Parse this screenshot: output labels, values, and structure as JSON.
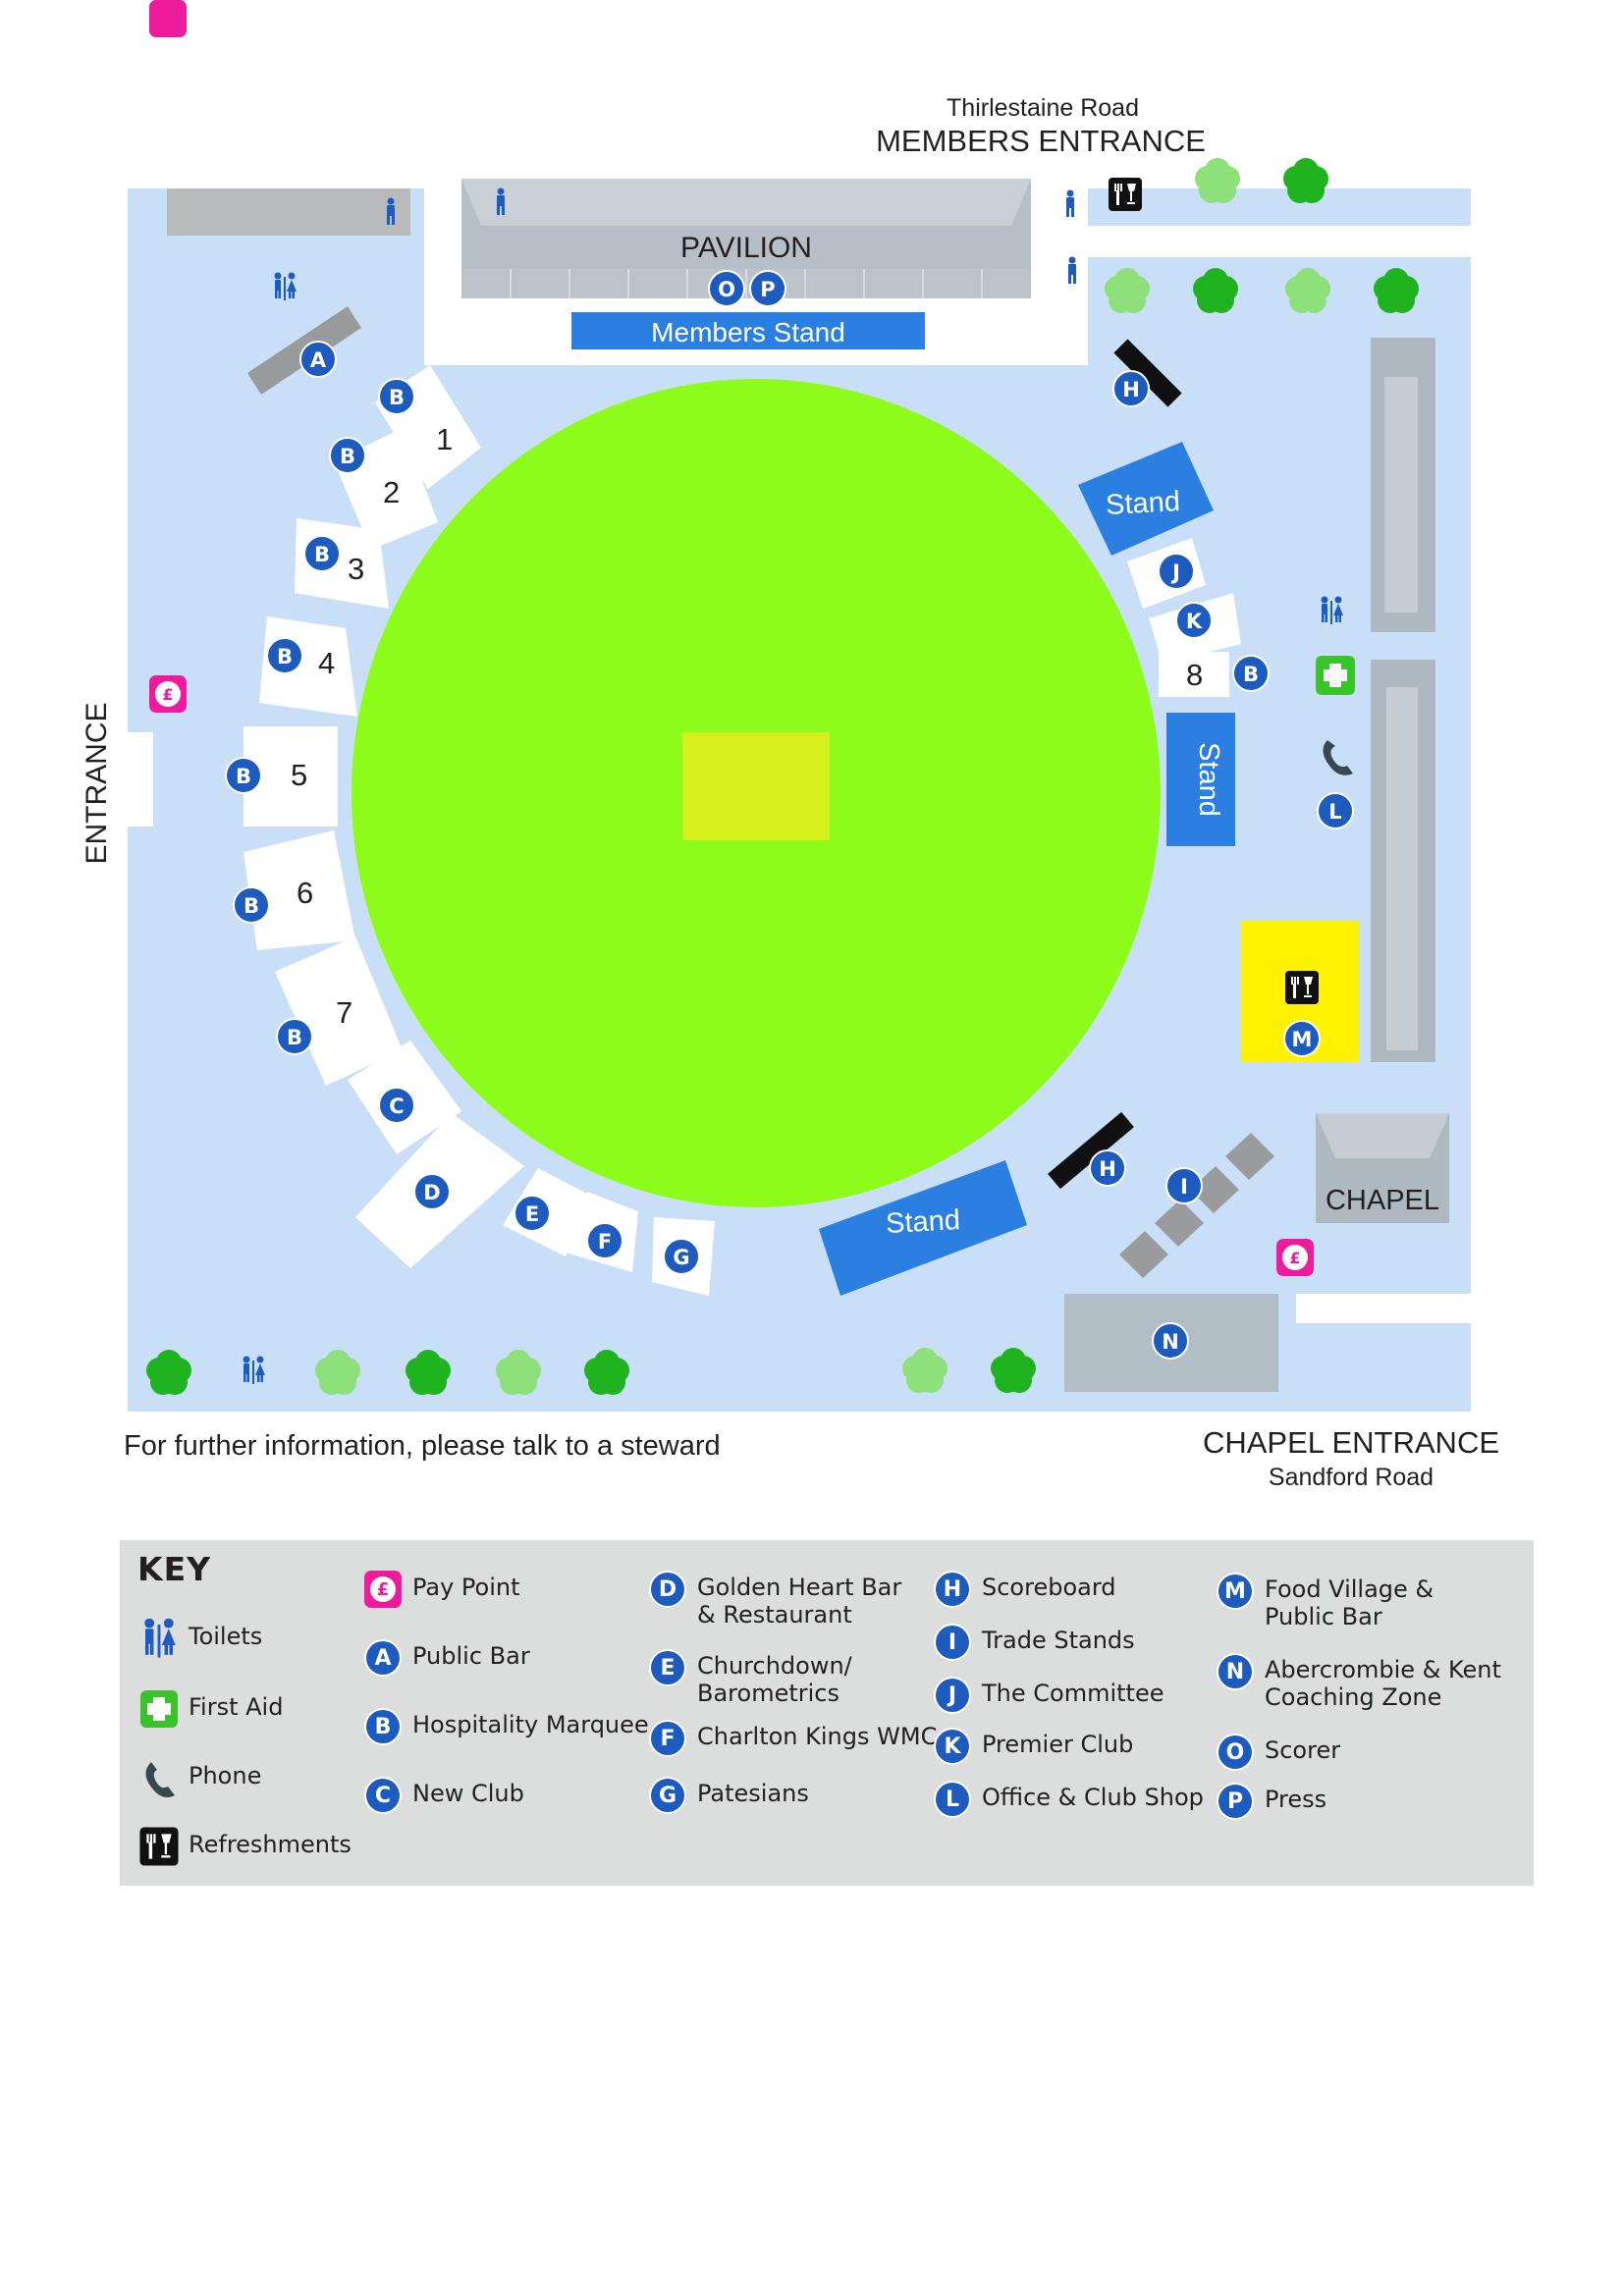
{
  "roads": {
    "thirlestaine": "Thirlestaine Road",
    "members_entrance": "MEMBERS ENTRANCE",
    "entrance": "ENTRANCE",
    "chapel_entrance": "CHAPEL ENTRANCE",
    "sandford": "Sandford Road"
  },
  "buildings": {
    "pavilion": "PAVILION",
    "members_stand": "Members Stand",
    "stand": "Stand",
    "chapel": "CHAPEL"
  },
  "marquee_numbers": [
    "1",
    "2",
    "3",
    "4",
    "5",
    "6",
    "7",
    "8"
  ],
  "markers": {
    "A": "A",
    "B": "B",
    "C": "C",
    "D": "D",
    "E": "E",
    "F": "F",
    "G": "G",
    "H": "H",
    "I": "I",
    "J": "J",
    "K": "K",
    "L": "L",
    "M": "M",
    "N": "N",
    "O": "O",
    "P": "P"
  },
  "footer_note": "For further information, please talk to a steward",
  "key": {
    "title": "KEY",
    "toilets": "Toilets",
    "first_aid": "First Aid",
    "phone": "Phone",
    "refreshments": "Refreshments",
    "pay_point": "Pay Point",
    "pay_symbol": "£",
    "A": "Public Bar",
    "B": "Hospitality Marquee",
    "C": "New Club",
    "D": "Golden Heart Bar\n& Restaurant",
    "E": "Churchdown/\nBarometrics",
    "F": "Charlton Kings WMC",
    "G": "Patesians",
    "H": "Scoreboard",
    "I": "Trade Stands",
    "J": "The Committee",
    "K": "Premier Club",
    "L": "Office & Club Shop",
    "M": "Food Village &\nPublic Bar",
    "N": "Abercrombie & Kent\nCoaching Zone",
    "O": "Scorer",
    "P": "Press"
  },
  "colors": {
    "ground": "#c9dff8",
    "field": "#8efc1a",
    "pitch": "#d6f01d",
    "marker": "#1e5bbf",
    "stand": "#2b7fe0",
    "food_village": "#fff200",
    "pay_point": "#ee1c9c",
    "first_aid": "#39c22a",
    "tree_dark": "#1fb41f",
    "tree_light": "#8ee07a",
    "key_bg": "#dcdddd"
  }
}
